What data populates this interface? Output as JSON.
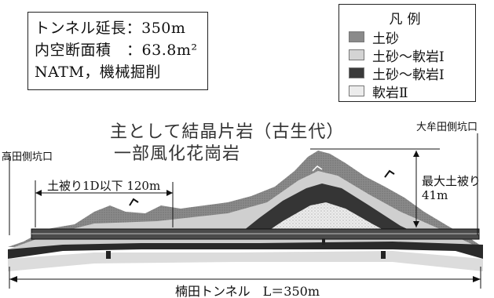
{
  "info": {
    "length_label": "トンネル延長：",
    "length_value": "350m",
    "section_label": "内空断面積　：",
    "section_value": "63.8m²",
    "method": "NATM，機械掘削"
  },
  "legend": {
    "title": "凡例",
    "items": [
      {
        "label": "土砂",
        "color": "#8a8a8a"
      },
      {
        "label": "土砂～軟岩Ⅰ",
        "color": "#d4d4d4"
      },
      {
        "label": "土砂～軟岩Ⅰ",
        "color": "#3a3a3a"
      },
      {
        "label": "軟岩Ⅱ",
        "color": "#ececec"
      }
    ]
  },
  "geology": {
    "line1": "主として結晶片岩（古生代）",
    "line2": "一部風化花崗岩"
  },
  "portals": {
    "left": "高田側坑口",
    "right": "大牟田側坑口"
  },
  "cover": {
    "shallow": "土被り1D以下 120m",
    "max_label": "最大土被り",
    "max_value": "41m"
  },
  "tunnel": {
    "caption": "楠田トンネル　L＝350m"
  }
}
